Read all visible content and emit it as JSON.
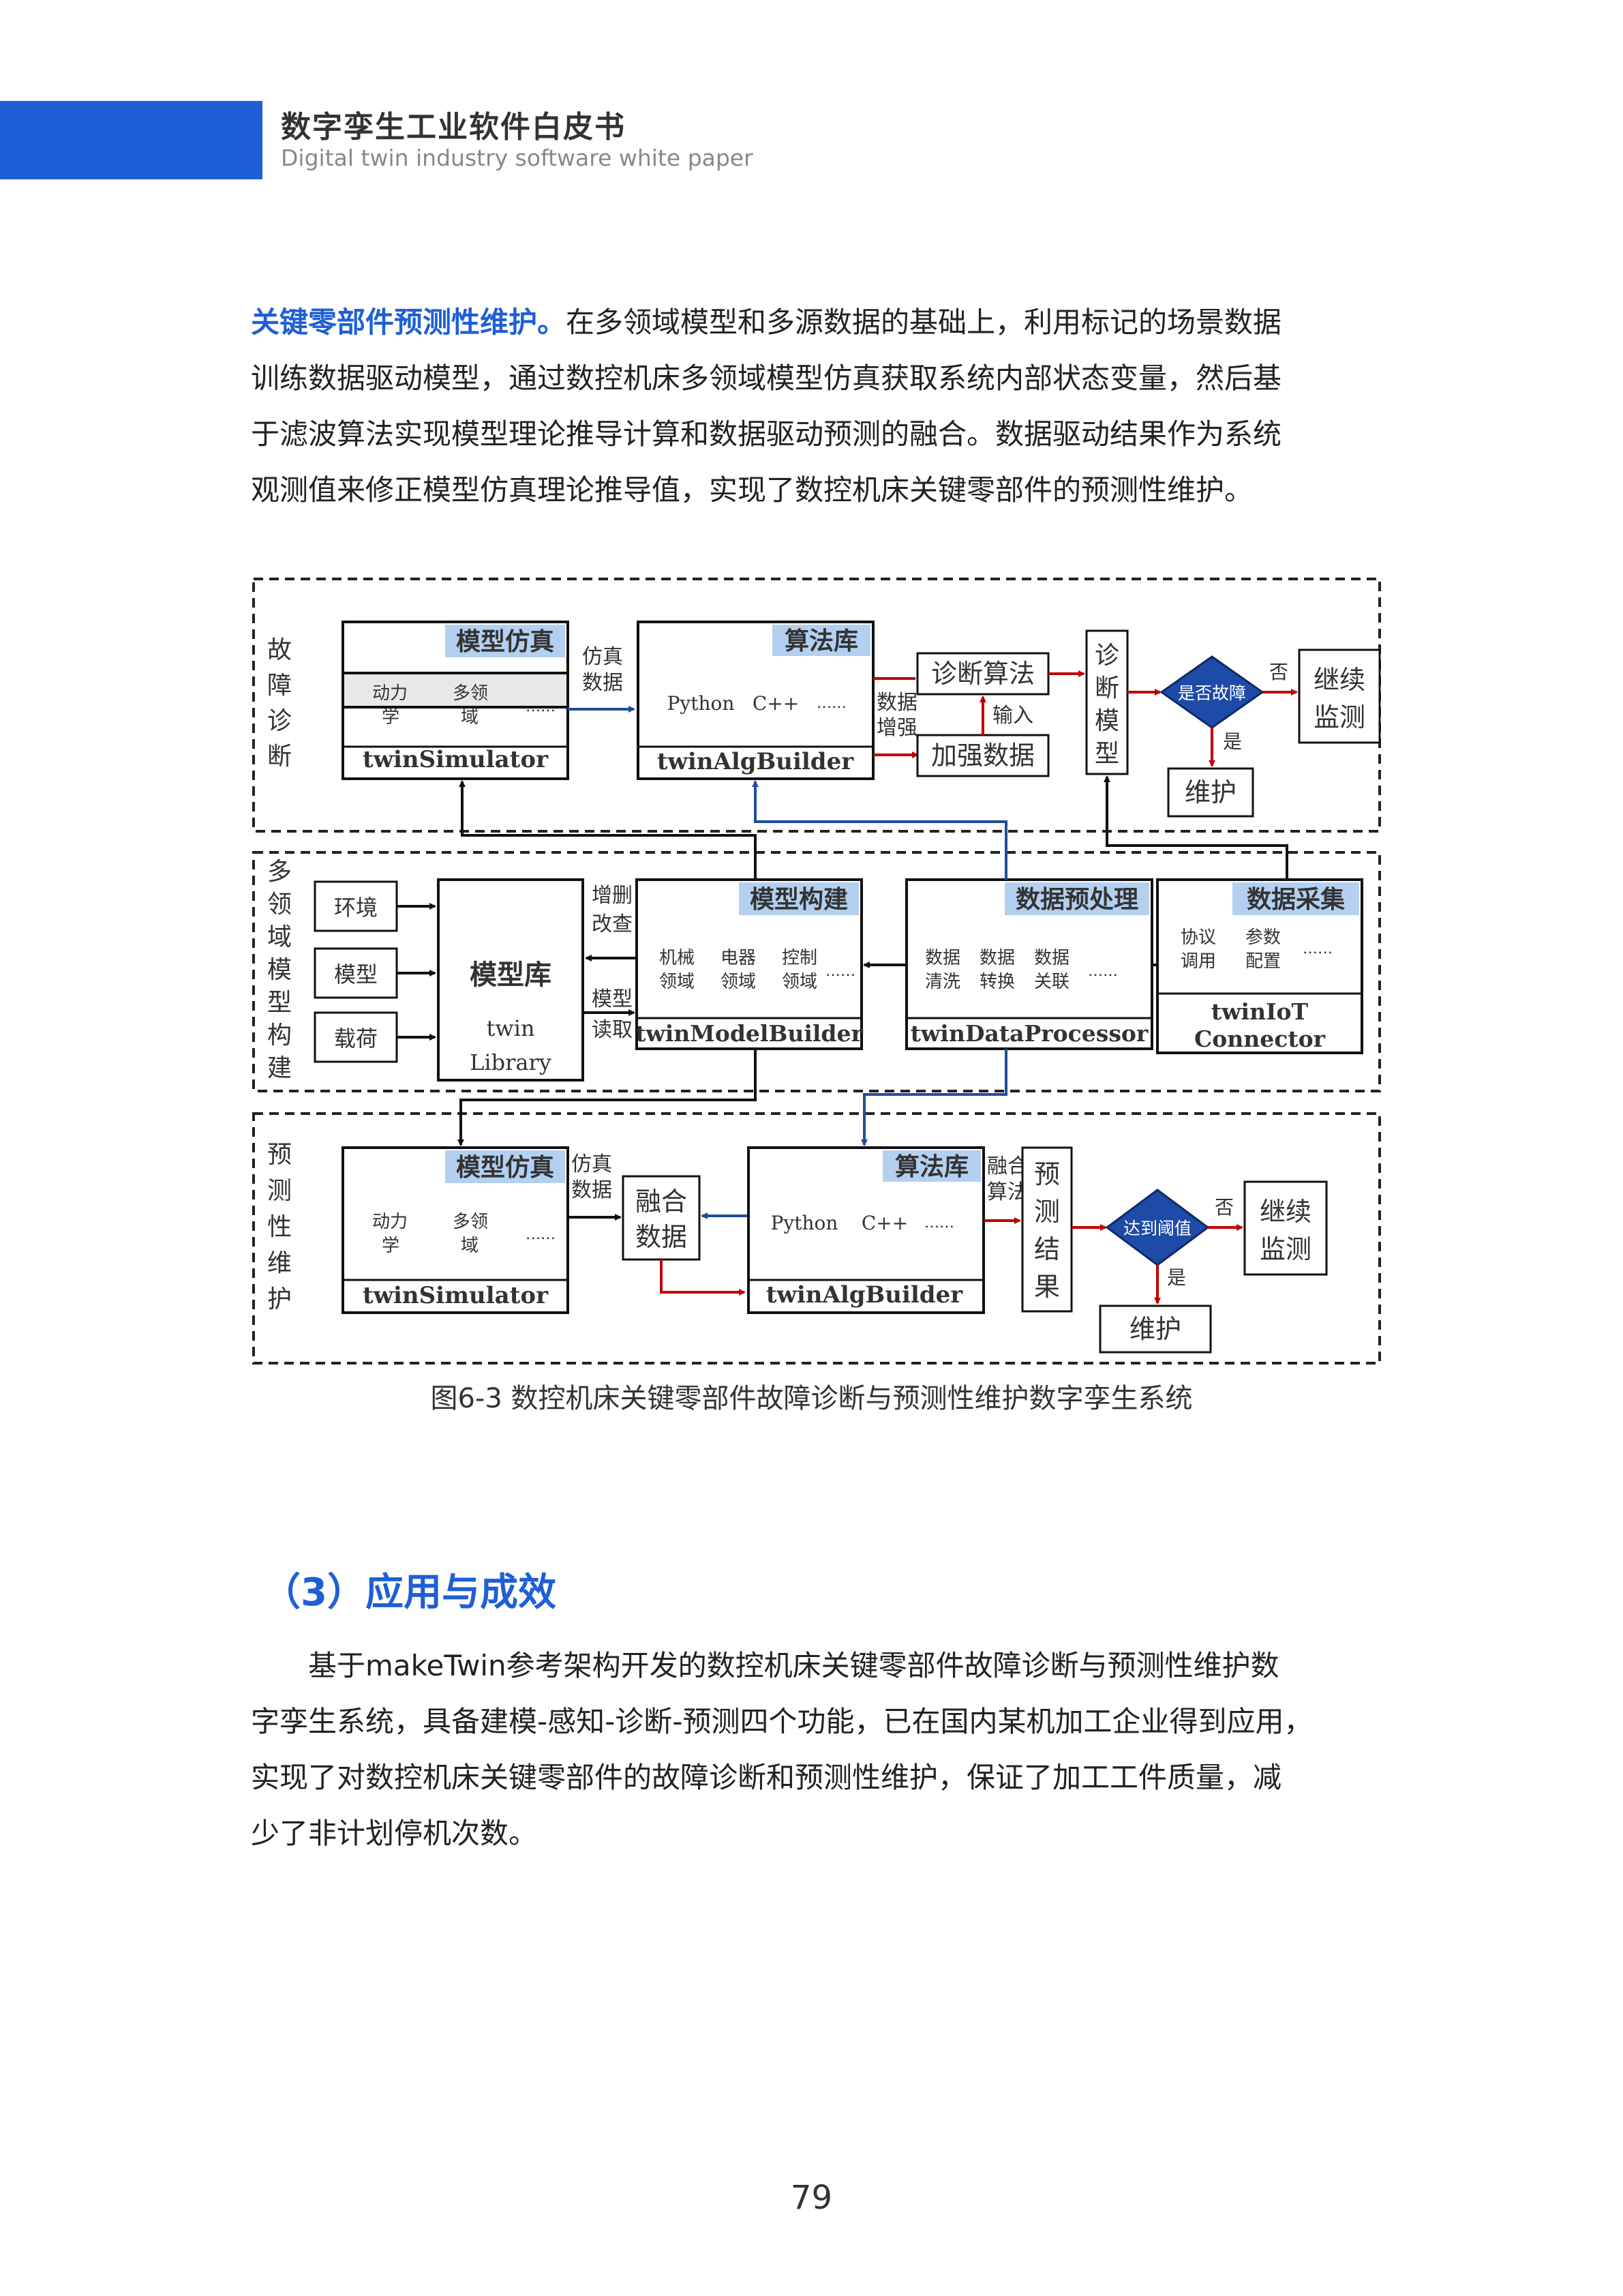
{
  "header": {
    "title": "数字孪生工业软件白皮书",
    "subtitle": "Digital twin industry software white paper"
  },
  "paragraph1": {
    "lead": "关键零部件预测性维护。",
    "lines": [
      "在多领域模型和多源数据的基础上，利用标记的场景数据",
      "训练数据驱动模型，通过数控机床多领域模型仿真获取系统内部状态变量，然后基",
      "于滤波算法实现模型理论推导计算和数据驱动预测的融合。数据驱动结果作为系统",
      "观测值来修正模型仿真理论推导值，实现了数控机床关键零部件的预测性维护。"
    ]
  },
  "figure": {
    "section_fault": [
      "故",
      "障",
      "诊",
      "断"
    ],
    "section_multi": [
      "多",
      "领",
      "域",
      "模",
      "型",
      "构",
      "建"
    ],
    "section_predict": [
      "预",
      "测",
      "性",
      "维",
      "护"
    ],
    "sim_header": "模型仿真",
    "sim_dyn": [
      "动力",
      "学"
    ],
    "sim_multi": [
      "多领",
      "域"
    ],
    "dots": "……",
    "sim_name": "twinSimulator",
    "arrow_sim_data": [
      "仿真",
      "数据"
    ],
    "alg_header": "算法库",
    "alg_python": "Python",
    "alg_cpp": "C++",
    "alg_name": "twinAlgBuilder",
    "arrow_data_enh": [
      "数据",
      "增强"
    ],
    "diag_alg": "诊断算法",
    "input_label": "输入",
    "enhance_data": "加强数据",
    "diag_model": [
      "诊",
      "断",
      "模",
      "型"
    ],
    "decision_fault": "是否故障",
    "no_label": "否",
    "yes_label": "是",
    "continue_monitor": [
      "继续",
      "监测"
    ],
    "maintain": "维护",
    "env": "环境",
    "model": "模型",
    "load": "载荷",
    "lib_title": "模型库",
    "lib_name": [
      "twin",
      "Library"
    ],
    "arrow_edit": [
      "增删",
      "改查"
    ],
    "arrow_read": [
      "模型",
      "读取"
    ],
    "mb_header": "模型构建",
    "mb_items": [
      [
        "机械",
        "领域"
      ],
      [
        "电器",
        "领域"
      ],
      [
        "控制",
        "领域"
      ]
    ],
    "mb_name": "twinModelBuilder",
    "dp_header": "数据预处理",
    "dp_items": [
      [
        "数据",
        "清洗"
      ],
      [
        "数据",
        "转换"
      ],
      [
        "数据",
        "关联"
      ]
    ],
    "dp_name": "twinDataProcessor",
    "dc_header": "数据采集",
    "dc_items": [
      [
        "协议",
        "调用"
      ],
      [
        "参数",
        "配置"
      ]
    ],
    "dc_name": [
      "twinIoT",
      "Connector"
    ],
    "fusion_data": [
      "融合",
      "数据"
    ],
    "arrow_fusion_alg": [
      "融合",
      "算法"
    ],
    "predict_result": [
      "预",
      "测",
      "结",
      "果"
    ],
    "decision_threshold": "达到阈值"
  },
  "caption": "图6-3  数控机床关键零部件故障诊断与预测性维护数字孪生系统",
  "heading": "（3）应用与成效",
  "paragraph2": {
    "lines": [
      "基于makeTwin参考架构开发的数控机床关键零部件故障诊断与预测性维护数",
      "字孪生系统，具备建模-感知-诊断-预测四个功能，已在国内某机加工企业得到应用，",
      "实现了对数控机床关键零部件的故障诊断和预测性维护，保证了加工工件质量，减",
      "少了非计划停机次数。"
    ]
  },
  "page_number": "79"
}
